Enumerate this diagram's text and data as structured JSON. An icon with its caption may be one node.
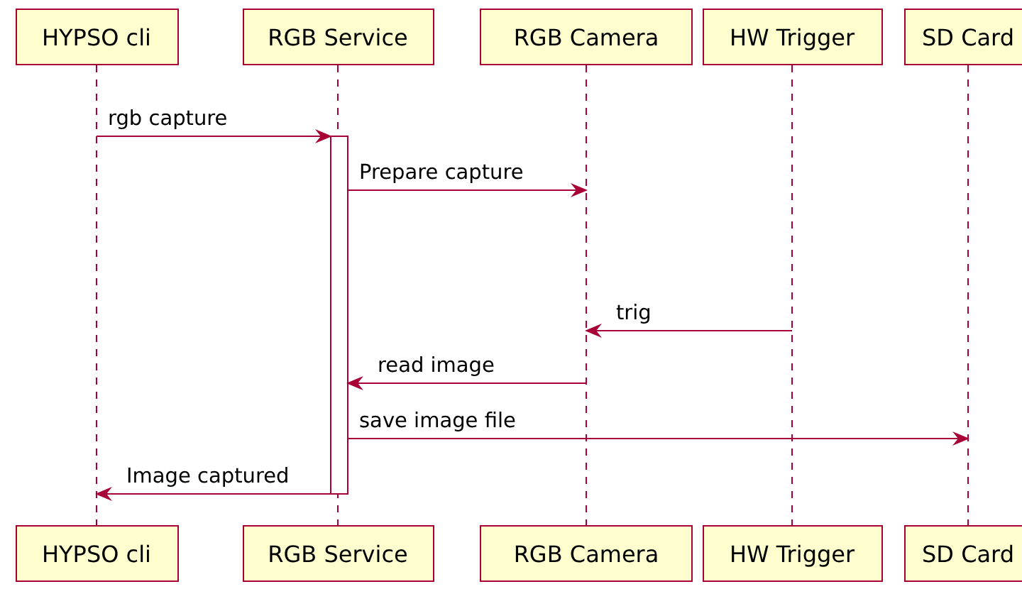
{
  "diagram": {
    "nodes": [
      {
        "text": [
          "HYPSO cli"
        ]
      },
      {
        "text": [
          "RGB Service"
        ]
      },
      {
        "text": [
          "RGB Camera"
        ]
      },
      {
        "text": [
          "HW Trigger"
        ]
      },
      {
        "text": [
          "SD Card"
        ]
      },
      {
        "text": [
          "HYPSO cli"
        ]
      },
      {
        "text": [
          "RGB Service"
        ]
      },
      {
        "text": [
          "RGB Camera"
        ]
      },
      {
        "text": [
          "HW Trigger"
        ]
      },
      {
        "text": [
          "SD Card"
        ]
      },
      {
        "text": [],
        "shape": "line"
      },
      {
        "text": [],
        "shape": "line"
      },
      {
        "text": [],
        "shape": "line"
      },
      {
        "text": [],
        "shape": "line"
      },
      {
        "text": [],
        "shape": "line"
      },
      {
        "text": [],
        "shape": "bar"
      }
    ],
    "edges": [
      {
        "from": 10,
        "to": 15,
        "arrow": "to",
        "label": "rgb capture"
      },
      {
        "from": 15,
        "to": 12,
        "arrow": "to",
        "label": "Prepare capture"
      },
      {
        "from": 13,
        "to": 12,
        "arrow": "to",
        "label": "trig"
      },
      {
        "from": 12,
        "to": 15,
        "arrow": "to",
        "label": "read image"
      },
      {
        "from": 15,
        "to": 14,
        "arrow": "to",
        "label": "save image file"
      },
      {
        "from": 15,
        "to": 10,
        "arrow": "to",
        "label": "Image captured"
      }
    ]
  }
}
